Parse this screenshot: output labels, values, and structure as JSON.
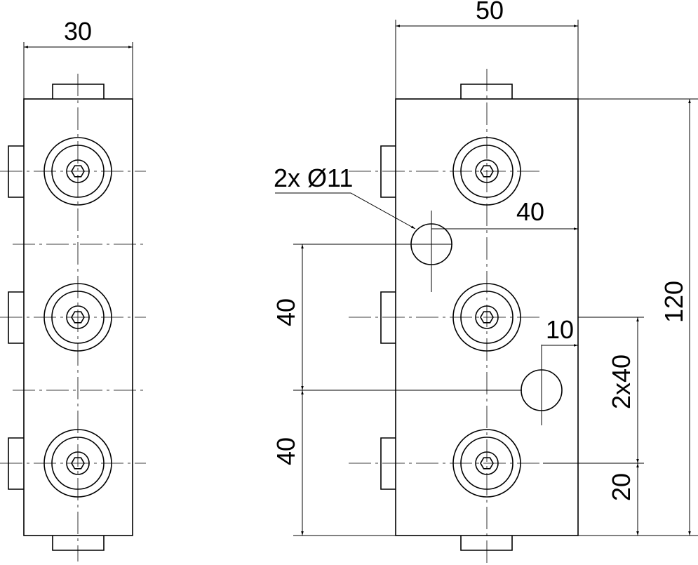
{
  "dimensions": {
    "left_width": "30",
    "right_width": "50",
    "hole_callout": "2x Ø11",
    "dist_40_top": "40",
    "dist_10": "10",
    "vertical_40_upper": "40",
    "vertical_40_lower": "40",
    "spacing_2x40": "2x40",
    "edge_20": "20",
    "height_120": "120"
  }
}
